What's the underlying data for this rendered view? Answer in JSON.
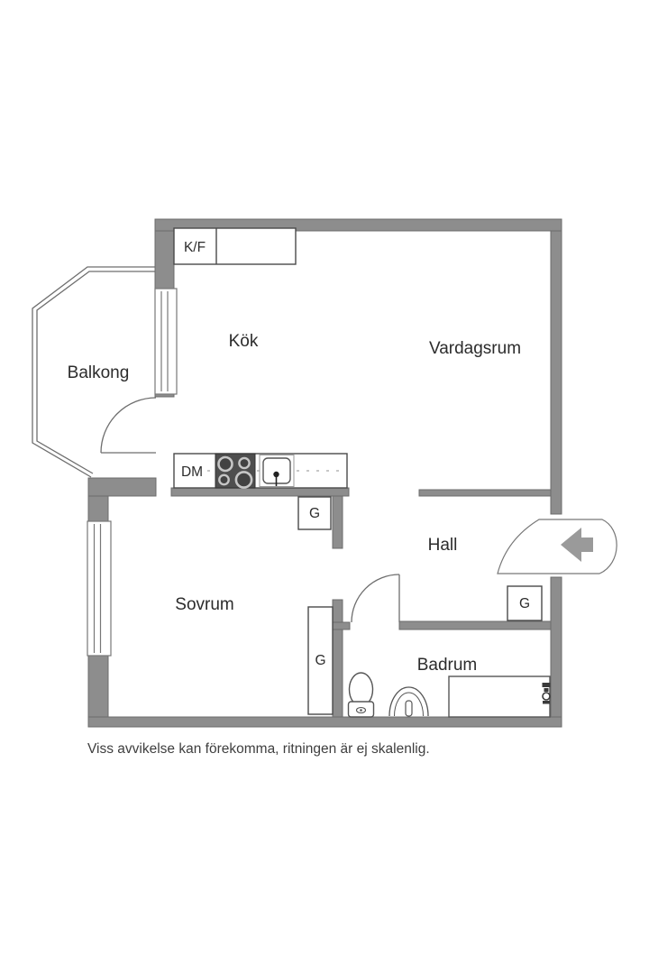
{
  "floorplan": {
    "rooms": {
      "balcony": "Balkong",
      "kitchen": "Kök",
      "living_room": "Vardagsrum",
      "bedroom": "Sovrum",
      "hall": "Hall",
      "bathroom": "Badrum"
    },
    "labels": {
      "fridge_freezer": "K/F",
      "dishwasher": "DM",
      "wardrobe": "G"
    },
    "disclaimer": "Viss avvikelse kan förekomma, ritningen är ej skalenlig.",
    "colors": {
      "background": "#ffffff",
      "wall_fill": "#8d8d8d",
      "wall_border": "#6c6c6c",
      "thin_line": "#6e6e6e",
      "stove_fill": "#4e4e4e",
      "burner_ring": "#c6c6c6",
      "entrance_arrow": "#9a9a9a",
      "text": "#2c2c2c"
    }
  }
}
